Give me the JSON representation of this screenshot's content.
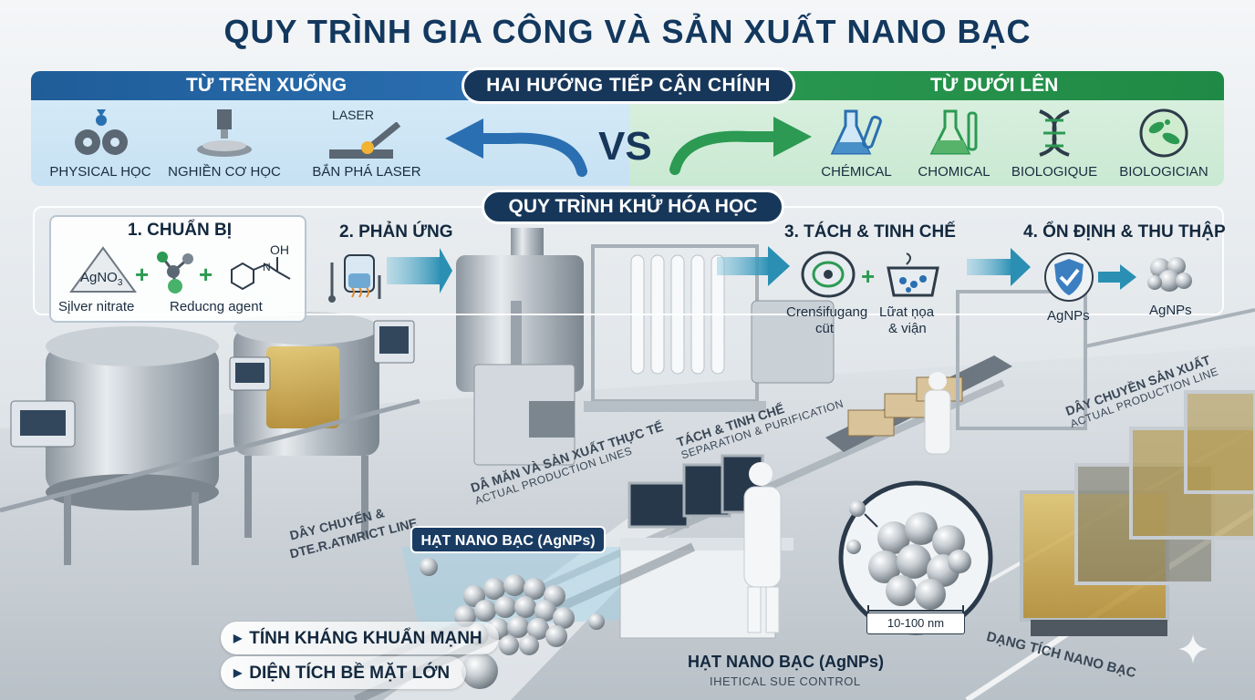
{
  "title": "QUY TRÌNH GIA CÔNG VÀ SẢN XUẤT NANO BẠC",
  "approaches": {
    "label": "HAI HƯỚNG TIẾP CẬN CHÍNH",
    "vs": "VS",
    "top_down": {
      "title": "TỪ TRÊN XUỐNG",
      "items": [
        {
          "label": "PHYSICAL HỌC",
          "icon": "gears-icon"
        },
        {
          "label": "NGHIỀN CƠ HỌC",
          "icon": "mill-icon"
        },
        {
          "label": "BẮN PHÁ LASER",
          "icon": "laser-icon",
          "top_label": "LASER"
        }
      ]
    },
    "bottom_up": {
      "title": "TỪ DƯỚI LÊN",
      "items": [
        {
          "label": "CHÉMICAL",
          "icon": "flask-icon"
        },
        {
          "label": "CHOMICAL",
          "icon": "beaker-icon"
        },
        {
          "label": "BIOLOGIQUE",
          "icon": "dna-icon"
        },
        {
          "label": "BIOLOGICIAN",
          "icon": "microbe-icon"
        }
      ]
    }
  },
  "process": {
    "title": "QUY TRÌNH KHỬ HÓA HỌC",
    "step1": {
      "title": "1. CHUẨN BỊ",
      "formula": "AgNO",
      "formula_sub": "3",
      "hydroxyl": "OH",
      "nitrogen": "N",
      "plus": "+",
      "silver_nitrate": "Sįlver nitrate",
      "reducing_agent": "Reducng agent"
    },
    "step2": {
      "title": "2. PHẢN ỨNG"
    },
    "step3": {
      "title": "3. TÁCH & TINH CHẾ",
      "centrifuge_1": "Crenśifugang",
      "centrifuge_2": "cüt",
      "filter_1": "Lữat ņọa",
      "filter_2": "& viận",
      "plus": "+"
    },
    "step4": {
      "title": "4. ỔN ĐỊNH & THU THẬP",
      "label_1": "AgNPs",
      "label_2": "AgNPs"
    }
  },
  "floor_labels": {
    "line_a_1": "DÂY CHUYỂN &",
    "line_a_2": "DTE.R.ATMRICT LINE",
    "line_b": "DÂ MĂN VÀ SẢN XUẤT THỰC TẾ",
    "line_b_sub": "ACTUAL PRODUCTION LINES",
    "line_c": "TÁCH & TINH CHẾ",
    "line_c_sub": "SEPARATION & PURIFICATION",
    "line_d": "DÂY CHUYỀN SẢN XUẤT",
    "line_d_sub": "ACTUAL PRODUCTION LINE",
    "storage": "DẠNG TÍCH NANO BẠC"
  },
  "nano": {
    "badge": "HẠT NANO BẠC (AgNPs)",
    "features": [
      "TÍNH KHÁNG KHUẨN MẠNH",
      "DIỆN TÍCH BỀ MẶT LỚN"
    ],
    "scale": "10-100 nm",
    "control_title": "HẠT NANO BẠC (AgNPs)",
    "control_sub": "IHETICAL SUE CONTROL"
  },
  "colors": {
    "navy": "#17375a",
    "blue": "#2d73b6",
    "green": "#2c9a52",
    "teal_arrow": "#2a8fb3"
  }
}
